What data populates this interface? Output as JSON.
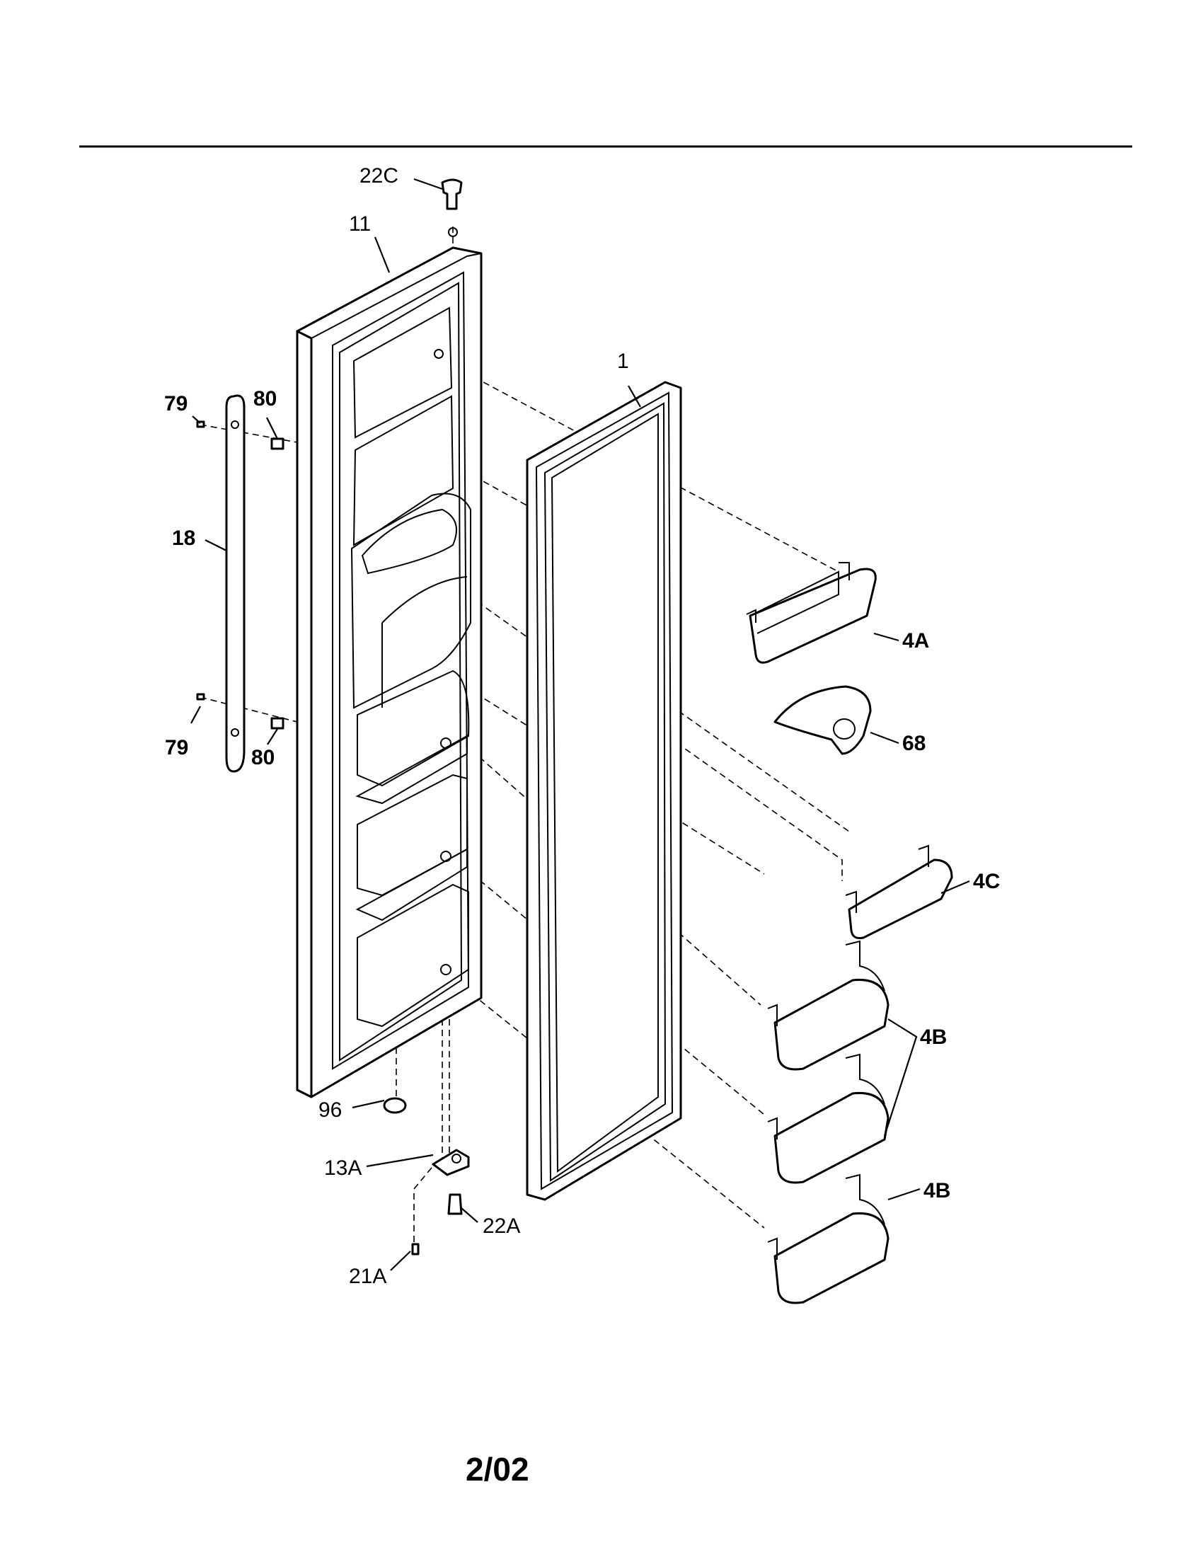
{
  "footer": {
    "page_code": "2/02"
  },
  "callouts": {
    "c22C": "22C",
    "c11": "11",
    "c1": "1",
    "c79_top": "79",
    "c80_top": "80",
    "c18": "18",
    "c79_bottom": "79",
    "c80_bottom": "80",
    "c4A": "4A",
    "c68": "68",
    "c4C": "4C",
    "c4B_mid": "4B",
    "c4B_low": "4B",
    "c96": "96",
    "c13A": "13A",
    "c22A": "22A",
    "c21A": "21A"
  }
}
